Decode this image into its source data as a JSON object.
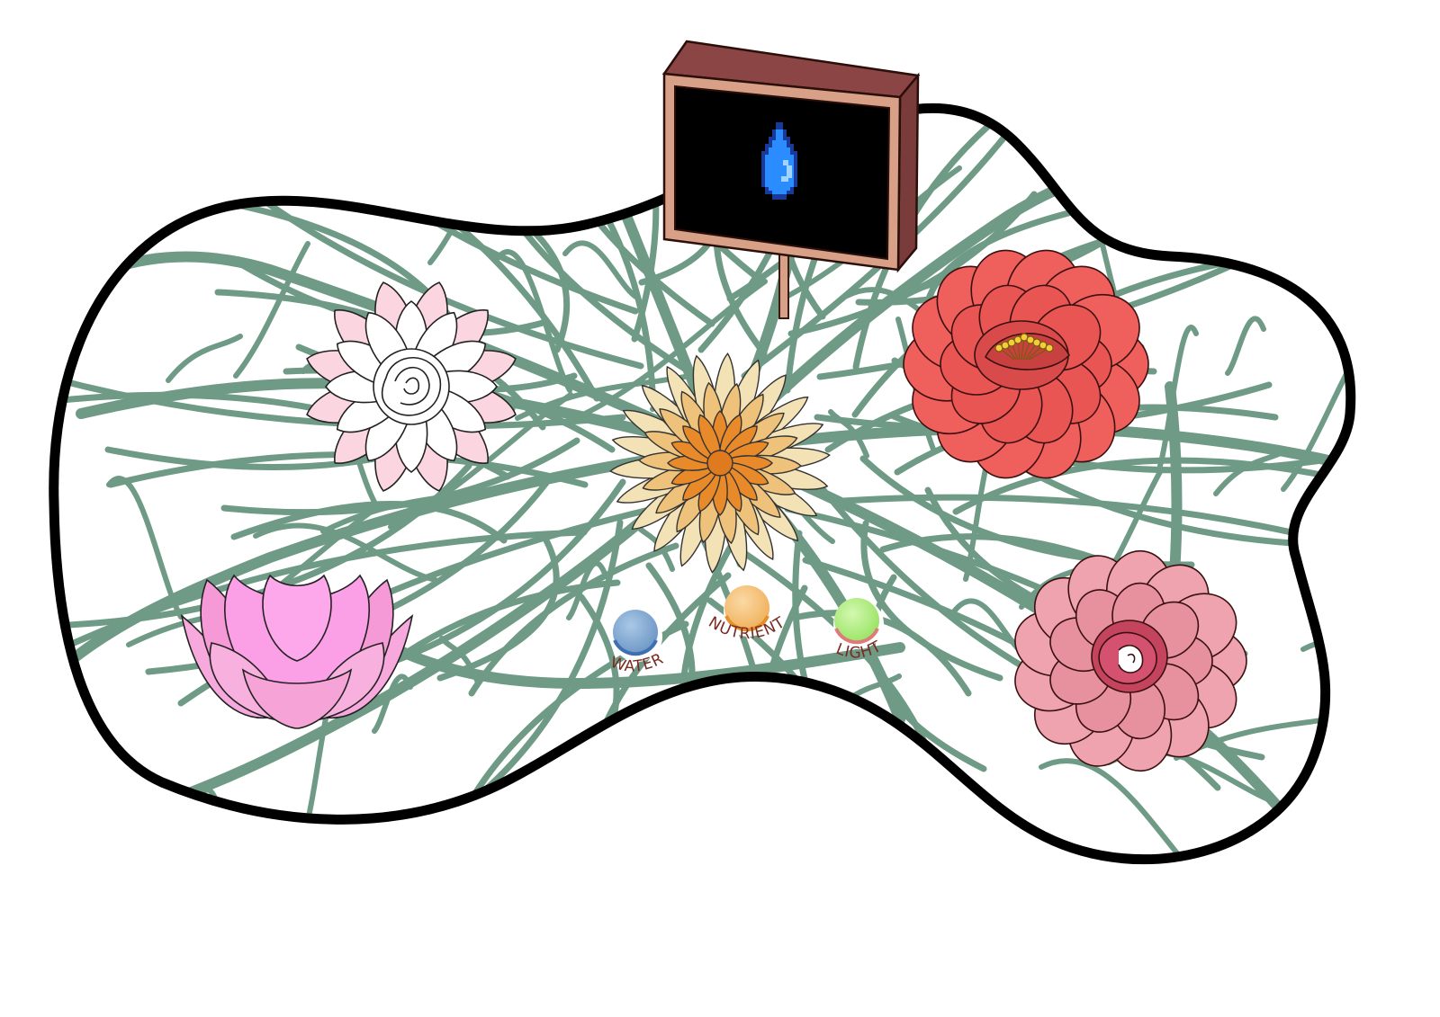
{
  "colors": {
    "vein": "#6e9a86",
    "outline": "#000000",
    "sign_frame": "#8b4545",
    "sign_border": "#d9a088",
    "sign_screen": "#000000",
    "water": "#7fa9d3",
    "nutrient": "#f5c57d",
    "light": "#b6f08a",
    "label": "#7a2a20"
  },
  "sign": {
    "icon": "water-drop-icon"
  },
  "controls": {
    "water": {
      "label": "WATER",
      "icon": "water-orb"
    },
    "nutrient": {
      "label": "NUTRIENT",
      "icon": "nutrient-orb"
    },
    "light": {
      "label": "LIGHT",
      "icon": "light-orb"
    }
  },
  "flowers": [
    {
      "name": "white-pink-lotus-flower"
    },
    {
      "name": "orange-chrysanthemum-flower"
    },
    {
      "name": "red-camellia-flower"
    },
    {
      "name": "pink-lotus-flower"
    },
    {
      "name": "pink-rose-flower"
    }
  ]
}
